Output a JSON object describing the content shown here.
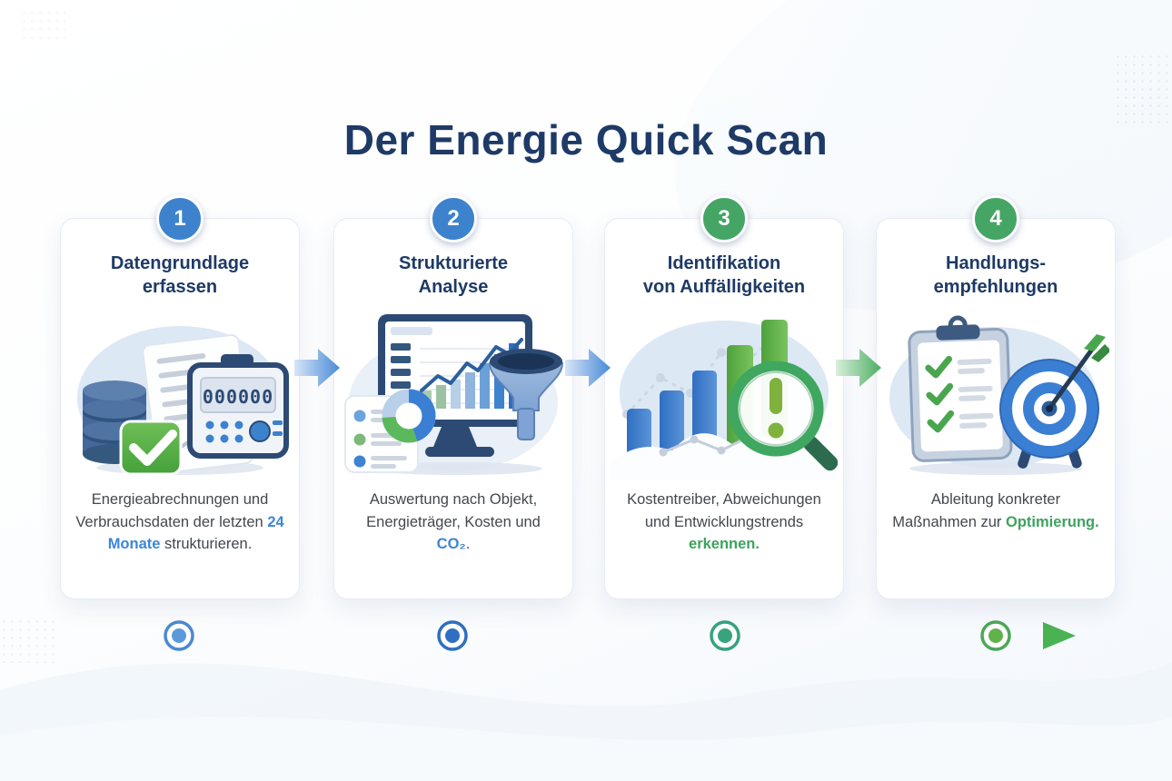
{
  "title": "Der Energie Quick Scan",
  "colors": {
    "navy": "#1e3a66",
    "text-grey": "#42484f",
    "accent-blue": "#3d85d8",
    "accent-green": "#3da35f",
    "badge-blue": "#3d82cd",
    "badge-green": "#45a565",
    "card-border": "#e7ecf4",
    "timeline-blue": "#3b7fd4",
    "timeline-green": "#49b353"
  },
  "steps": [
    {
      "number": "1",
      "title_line1": "Datengrundlage",
      "title_line2": "erfassen",
      "desc_before": "Energieabrechnungen und Verbrauchsdaten der letzten ",
      "desc_highlight": "24 Monate",
      "desc_after": " strukturieren.",
      "highlight_color": "#3d85d8",
      "meter_display": "000000",
      "icons": [
        "database-icon",
        "invoice-document-icon",
        "energy-meter-icon",
        "check-icon"
      ]
    },
    {
      "number": "2",
      "title_line1": "Strukturierte",
      "title_line2": "Analyse",
      "desc_before": "Auswertung nach Objekt, Energieträger, Kosten und ",
      "desc_highlight": "CO₂",
      "desc_after": ".",
      "highlight_color": "#3d85d8",
      "icons": [
        "monitor-chart-icon",
        "donut-chart-icon",
        "funnel-icon",
        "checklist-card-icon"
      ]
    },
    {
      "number": "3",
      "title_line1": "Identifikation",
      "title_line2": "von Auffälligkeiten",
      "desc_before": "Kostentreiber, Abweichungen und Entwicklungstrends ",
      "desc_highlight": "erkennen.",
      "desc_after": "",
      "highlight_color": "#3da35f",
      "icons": [
        "bar-chart-icon",
        "trend-line-icon",
        "magnifier-alert-icon"
      ]
    },
    {
      "number": "4",
      "title_line1": "Handlungs-",
      "title_line2": "empfehlungen",
      "desc_before": "Ableitung konkreter Maßnahmen zur ",
      "desc_highlight": "Optimierung.",
      "desc_after": "",
      "highlight_color": "#3da35f",
      "icons": [
        "clipboard-checklist-icon",
        "target-arrow-icon"
      ]
    }
  ],
  "timeline": {
    "dot_colors": [
      "#5b9ada",
      "#2f6fc2",
      "#38a37d",
      "#62b24c"
    ],
    "gradient": [
      "#a9c8ea",
      "#3b82d0",
      "#2f9d8c",
      "#49b353"
    ],
    "arrowhead_color": "#49b353"
  },
  "arrows": {
    "between_1_2": "#4a8ad8",
    "between_2_3": "#4a8ad8",
    "between_3_4": "#4cae62"
  }
}
